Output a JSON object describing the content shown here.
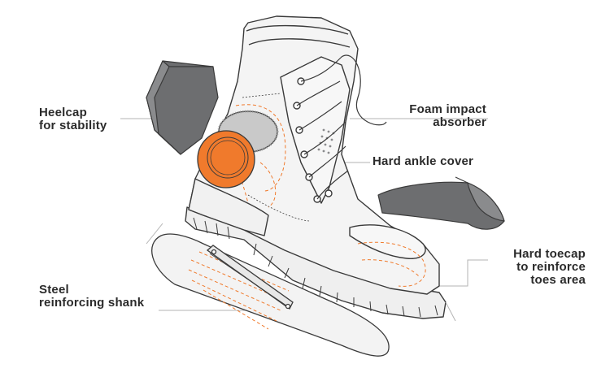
{
  "labels": {
    "heelcap": [
      "Heelcap",
      "for stability"
    ],
    "foam": [
      "Foam impact",
      "absorber"
    ],
    "ankle": [
      "Hard ankle cover"
    ],
    "toecap": [
      "Hard toecap",
      "to reinforce",
      "toes area"
    ],
    "shank": [
      "Steel",
      "reinforcing shank"
    ]
  },
  "colors": {
    "accent": "#f07a2c",
    "protector_dark": "#6d6e70",
    "protector_mid": "#8a8b8d",
    "line": "#3a3a3a",
    "dash": "#f07a2c",
    "pointer": "#b3b3b3",
    "boot_fill": "#f4f4f4"
  }
}
